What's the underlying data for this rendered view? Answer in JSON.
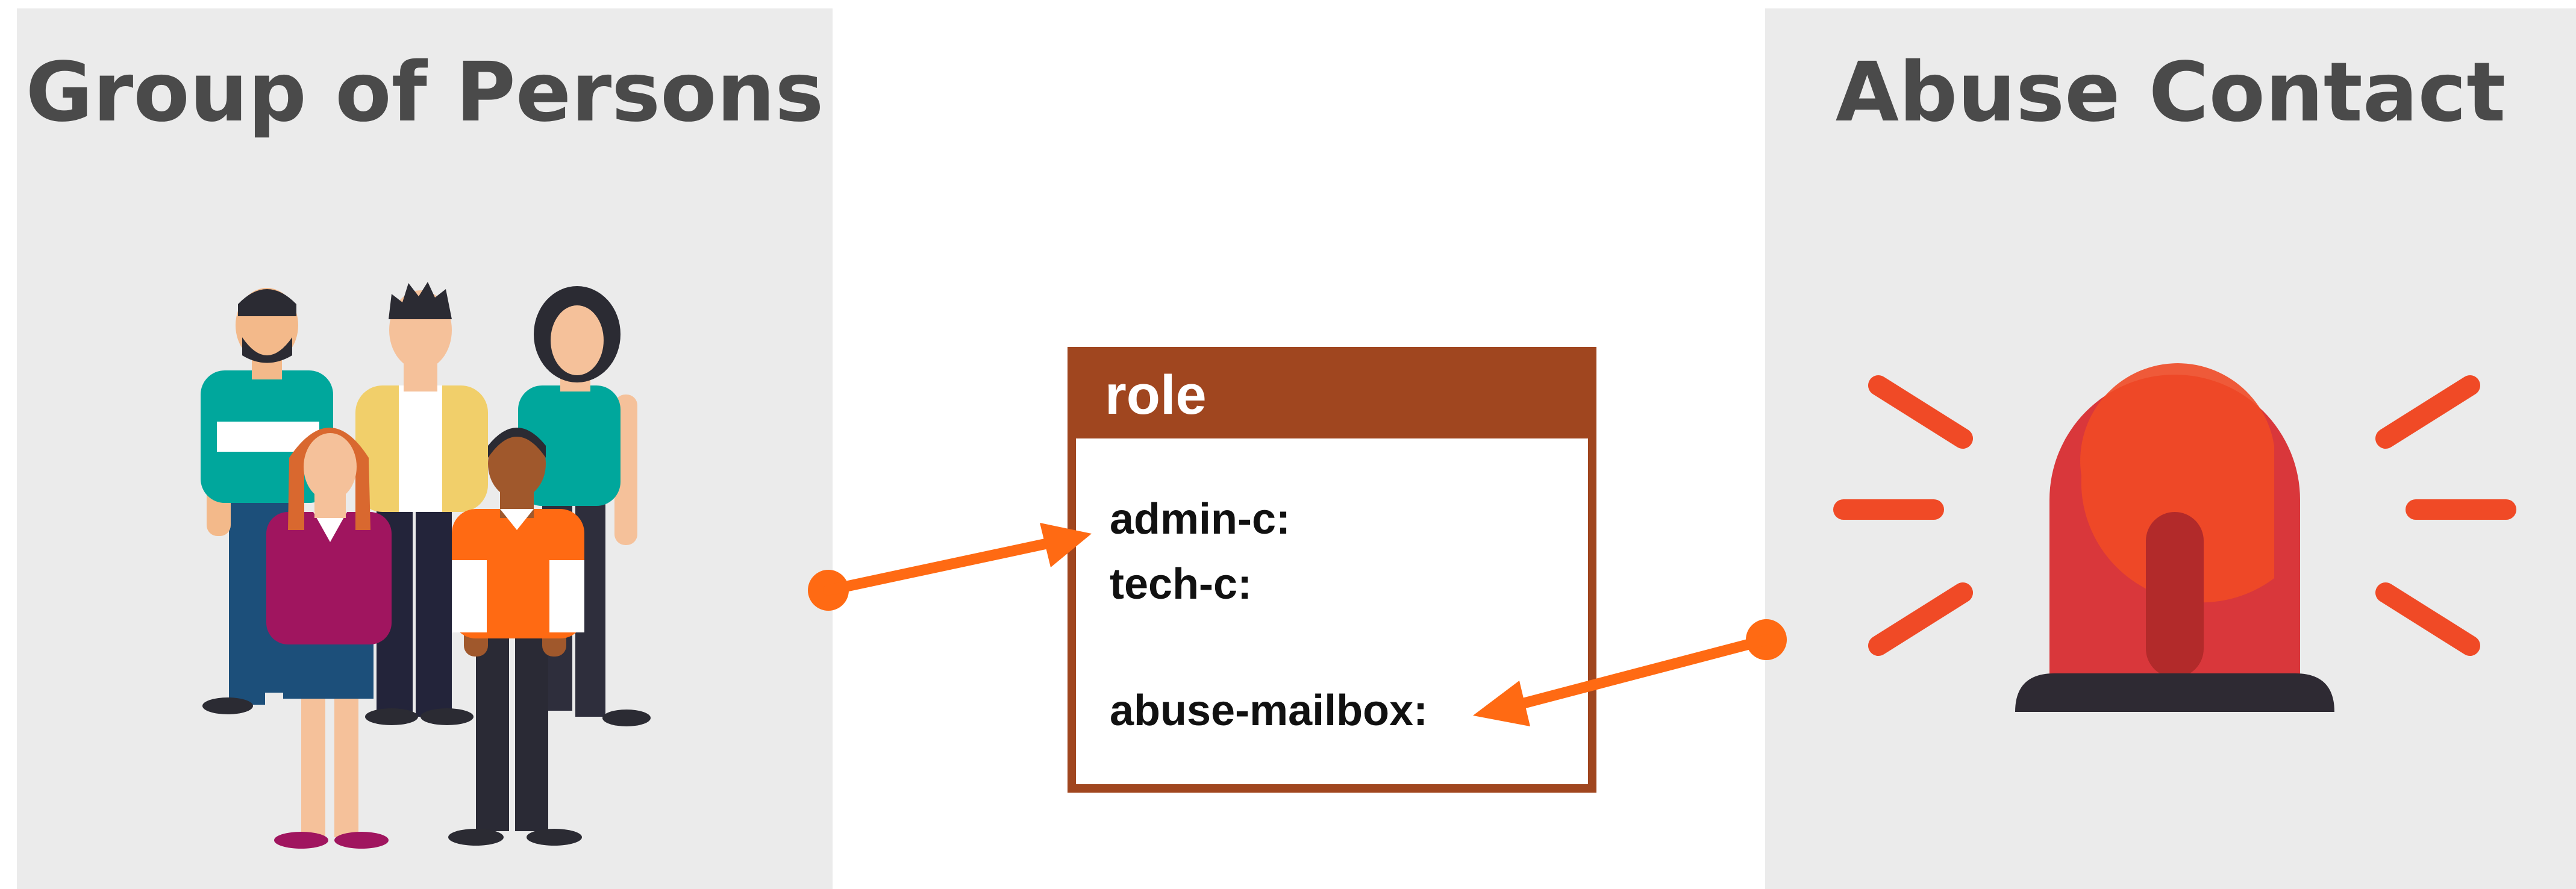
{
  "panels": {
    "left": {
      "title": "Group of Persons"
    },
    "right": {
      "title": "Abuse Contact"
    }
  },
  "role_box": {
    "title": "role",
    "fields": [
      "admin-c:",
      "tech-c:",
      "abuse-mailbox:"
    ]
  },
  "colors": {
    "panel_bg": "#ebebeb",
    "title_text": "#4a4a4a",
    "role_brown": "#a0461f",
    "arrow_orange": "#ff6a13",
    "siren_red": "#f04a26",
    "siren_dark_red": "#b22a2a",
    "siren_base": "#2e2a33"
  },
  "icons": [
    "group-of-people-icon",
    "siren-alarm-icon"
  ]
}
